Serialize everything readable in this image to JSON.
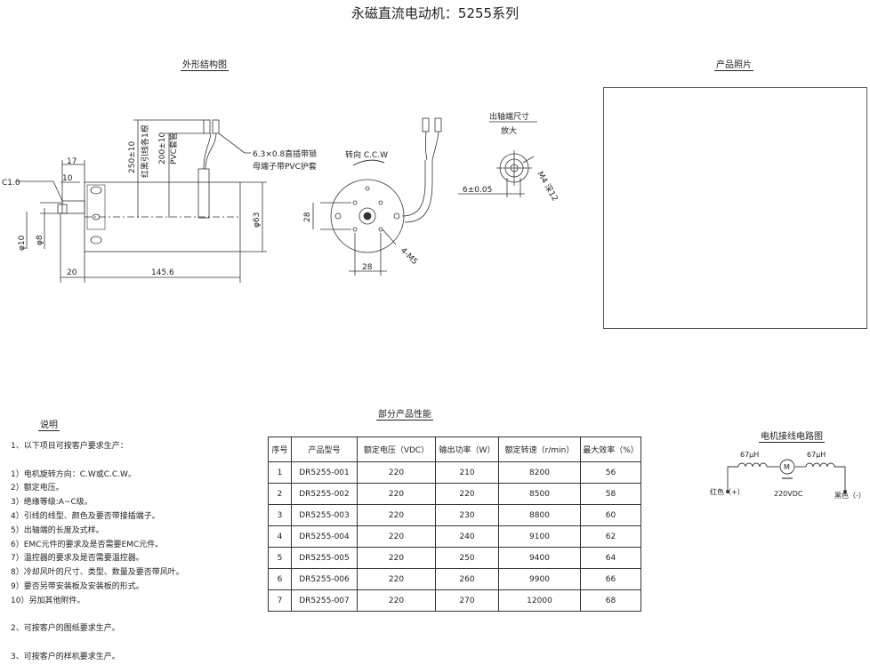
{
  "title": "永磁直流电动机：5255系列",
  "sections": {
    "outline": "外形结构图",
    "photo": "产品照片",
    "notes": "说明",
    "performance": "部分产品性能",
    "wiring": "电机接线电路图",
    "shaft": "出轴端尺寸",
    "shaft_sub": "放大"
  },
  "drawing": {
    "dim_17": "17",
    "dim_10": "10",
    "c10": "C1.0",
    "phi10": "φ10",
    "phi8": "φ8",
    "dim_20": "20",
    "dim_145_6": "145.6",
    "lead_250": "250±10",
    "lead_red_black": "红黑引线各1根",
    "lead_200": "200±10",
    "pvc_sleeve": "PVC套管",
    "terminal_1": "6.3×0.8直插带锁",
    "terminal_2": "母端子带PVC护套",
    "phi63": "φ63",
    "rotation": "转向 C.C.W",
    "dim_28_v": "28",
    "dim_28_h": "28",
    "holes": "4-M5",
    "shaft_6": "6±0.05",
    "shaft_m4": "M4 深12"
  },
  "notes": [
    "1、以下项目可按客户要求生产：",
    "",
    "1）电机旋转方向：C.W或C.C.W。",
    "2）额定电压。",
    "3）绝缘等级:A~C级。",
    "4）引线的线型、颜色及要否带接插端子。",
    "5）出轴端的长度及式样。",
    "6）EMC元件的要求及是否需要EMC元件。",
    "7）温控器的要求及是否需要温控器。",
    "8）冷却风叶的尺寸、类型、数量及要否带风叶。",
    "9）要否另带安装板及安装板的形式。",
    "10）另加其他附件。",
    "",
    "2、可按客户的图纸要求生产。",
    "",
    "3、可按客户的样机要求生产。"
  ],
  "table": {
    "headers": [
      "序号",
      "产品型号",
      "额定电压（VDC）",
      "输出功率（W）",
      "额定转速（r/min）",
      "最大效率（%）"
    ],
    "rows": [
      [
        "1",
        "DR5255-001",
        "220",
        "210",
        "8200",
        "56"
      ],
      [
        "2",
        "DR5255-002",
        "220",
        "220",
        "8500",
        "58"
      ],
      [
        "3",
        "DR5255-003",
        "220",
        "230",
        "8800",
        "60"
      ],
      [
        "4",
        "DR5255-004",
        "220",
        "240",
        "9100",
        "62"
      ],
      [
        "5",
        "DR5255-005",
        "220",
        "250",
        "9400",
        "64"
      ],
      [
        "6",
        "DR5255-006",
        "220",
        "260",
        "9900",
        "66"
      ],
      [
        "7",
        "DR5255-007",
        "220",
        "270",
        "12000",
        "68"
      ]
    ]
  },
  "circuit": {
    "inductor_left": "67μH",
    "inductor_right": "67μH",
    "motor": "M",
    "red": "红色（+）",
    "black": "黑色（-）",
    "voltage": "220VDC"
  }
}
